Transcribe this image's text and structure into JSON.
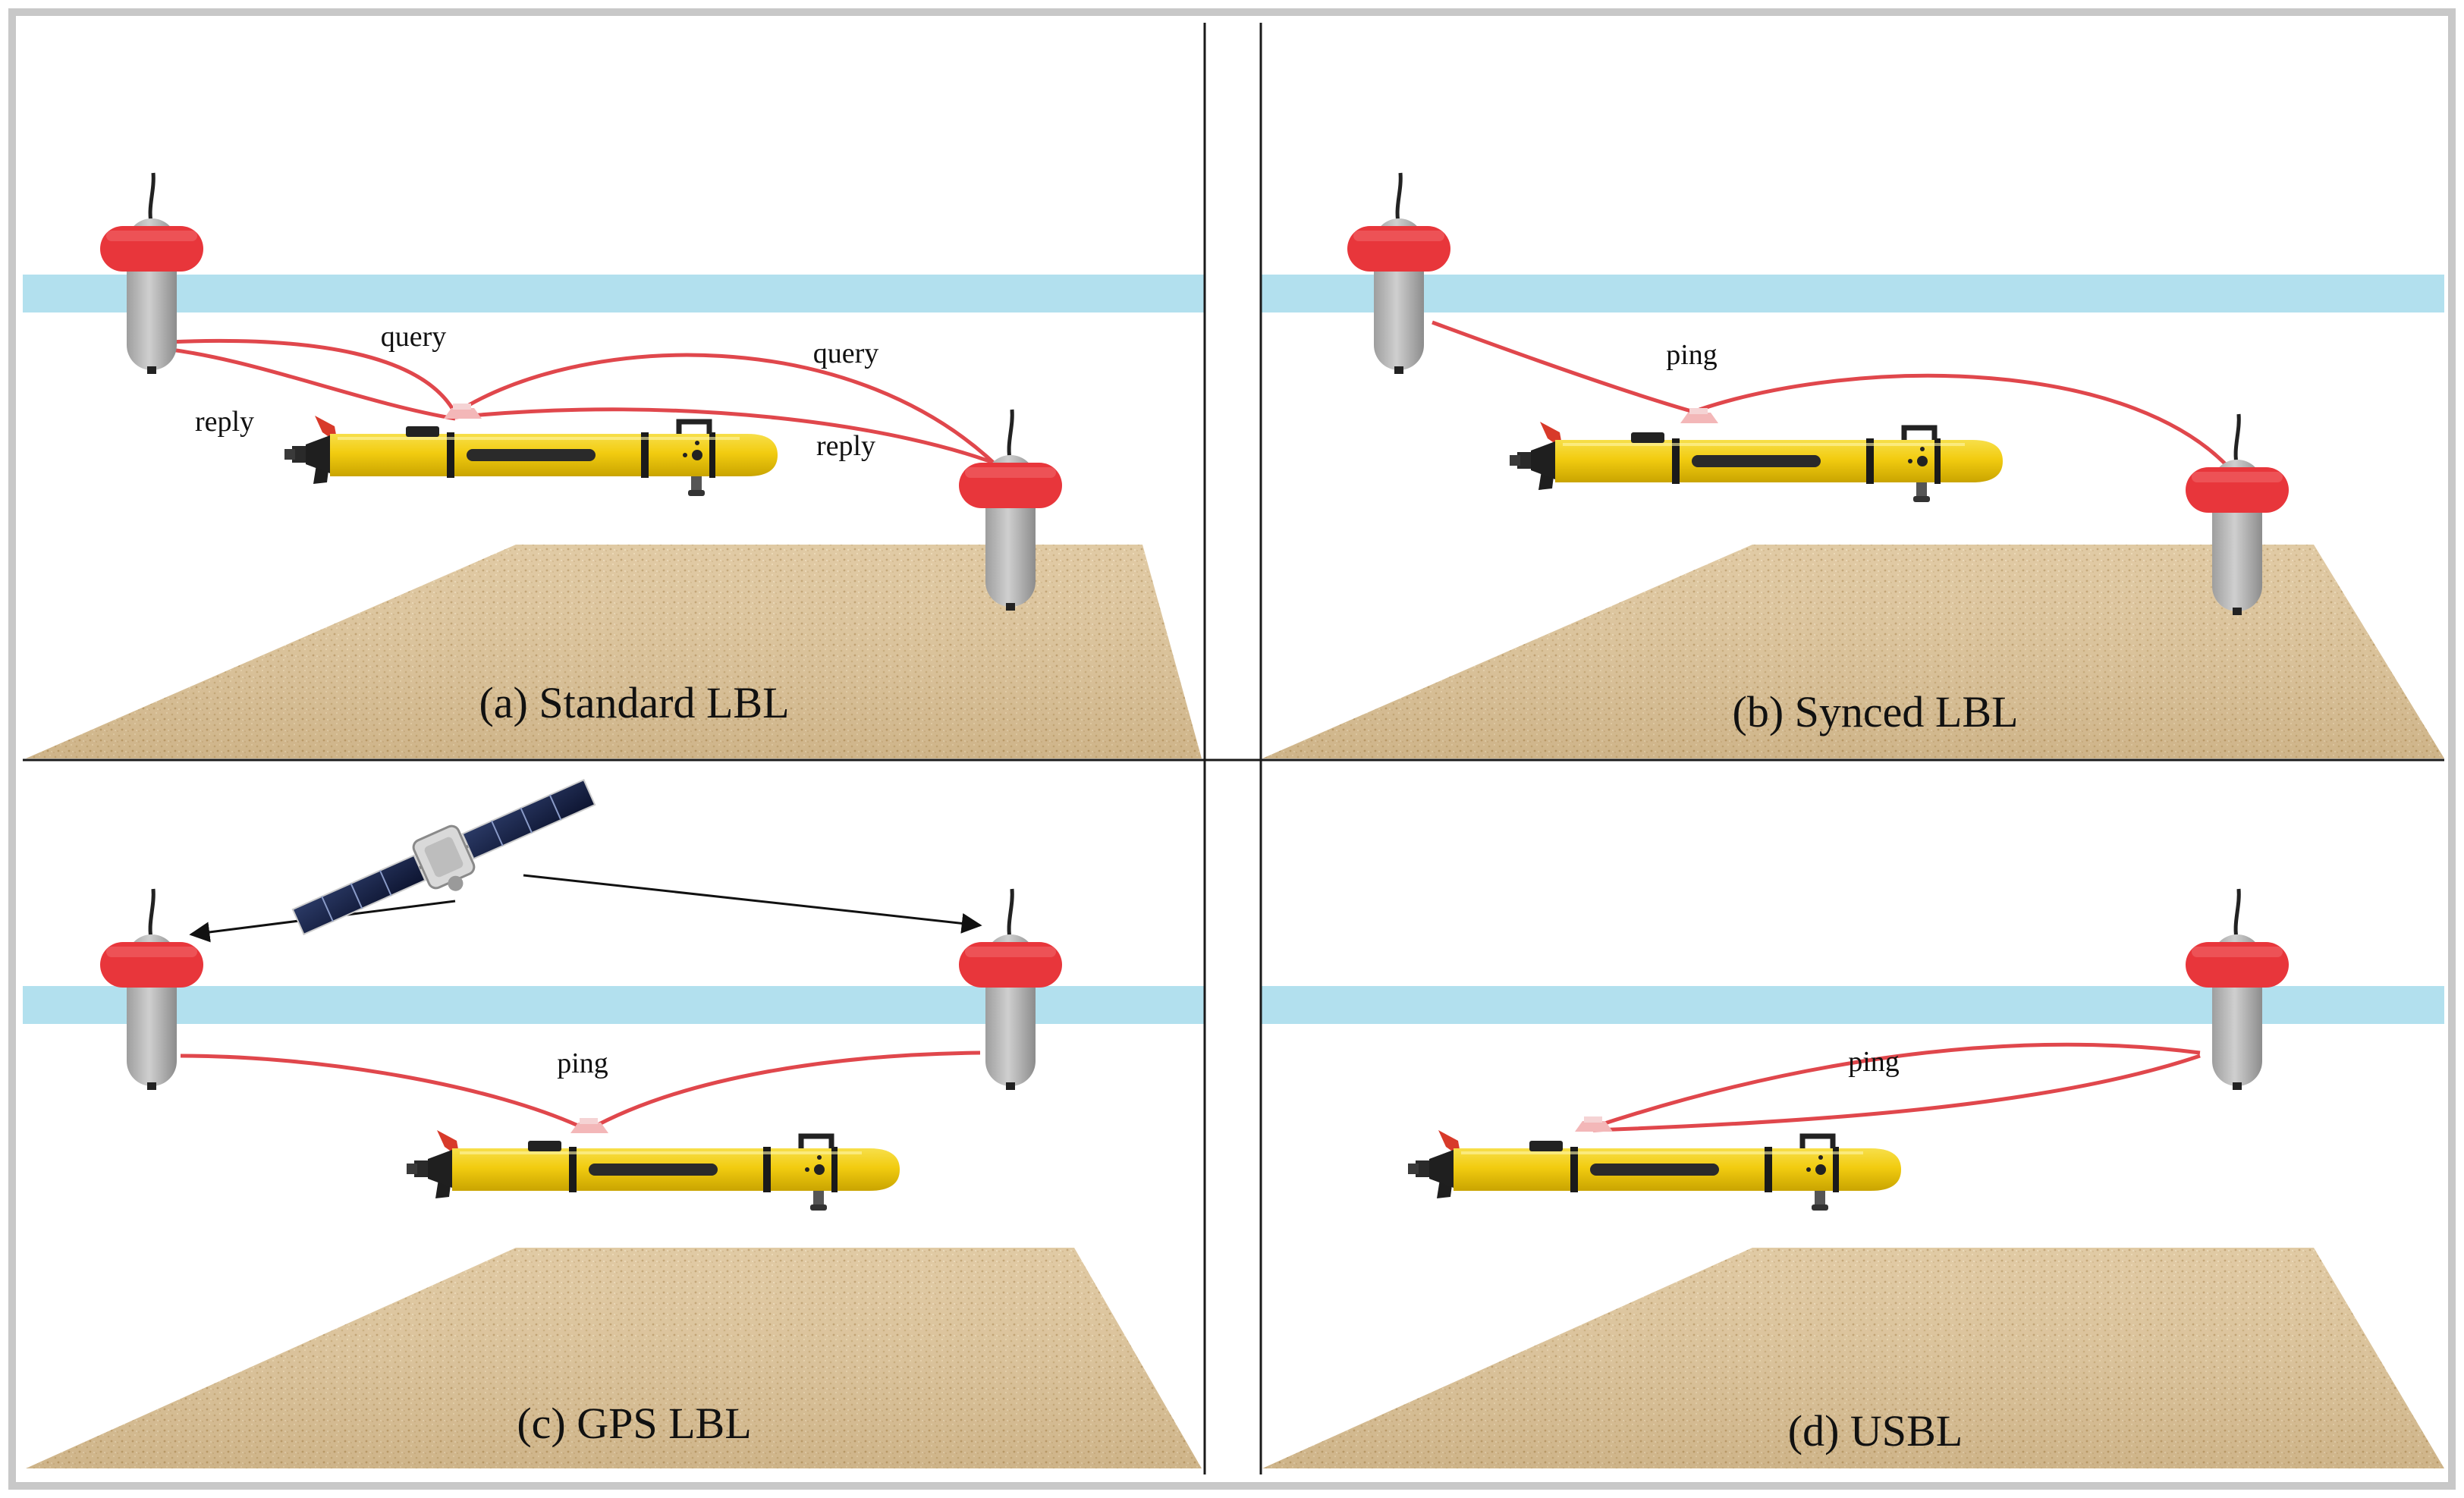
{
  "panels": {
    "a": {
      "caption": "(a) Standard LBL",
      "signal_labels": [
        "query",
        "query",
        "reply",
        "reply"
      ]
    },
    "b": {
      "caption": "(b) Synced LBL",
      "signal_labels": [
        "ping"
      ]
    },
    "c": {
      "caption": "(c) GPS LBL",
      "signal_labels": [
        "ping"
      ]
    },
    "d": {
      "caption": "(d) USBL",
      "signal_labels": [
        "ping"
      ]
    }
  },
  "colors": {
    "water_band": "#b2e0ee",
    "buoy_float": "#e8363b",
    "buoy_body": "#bdbdbd",
    "signal_line": "#e0474c",
    "auv_body": "#f2cc10",
    "auv_stripe": "#1a1a1a",
    "seabed": "#dcc295",
    "frame": "#c8c8c8",
    "divider": "#1a1a1a"
  },
  "icons": [
    "buoy-icon",
    "auv-icon",
    "satellite-icon",
    "seabed-icon"
  ]
}
